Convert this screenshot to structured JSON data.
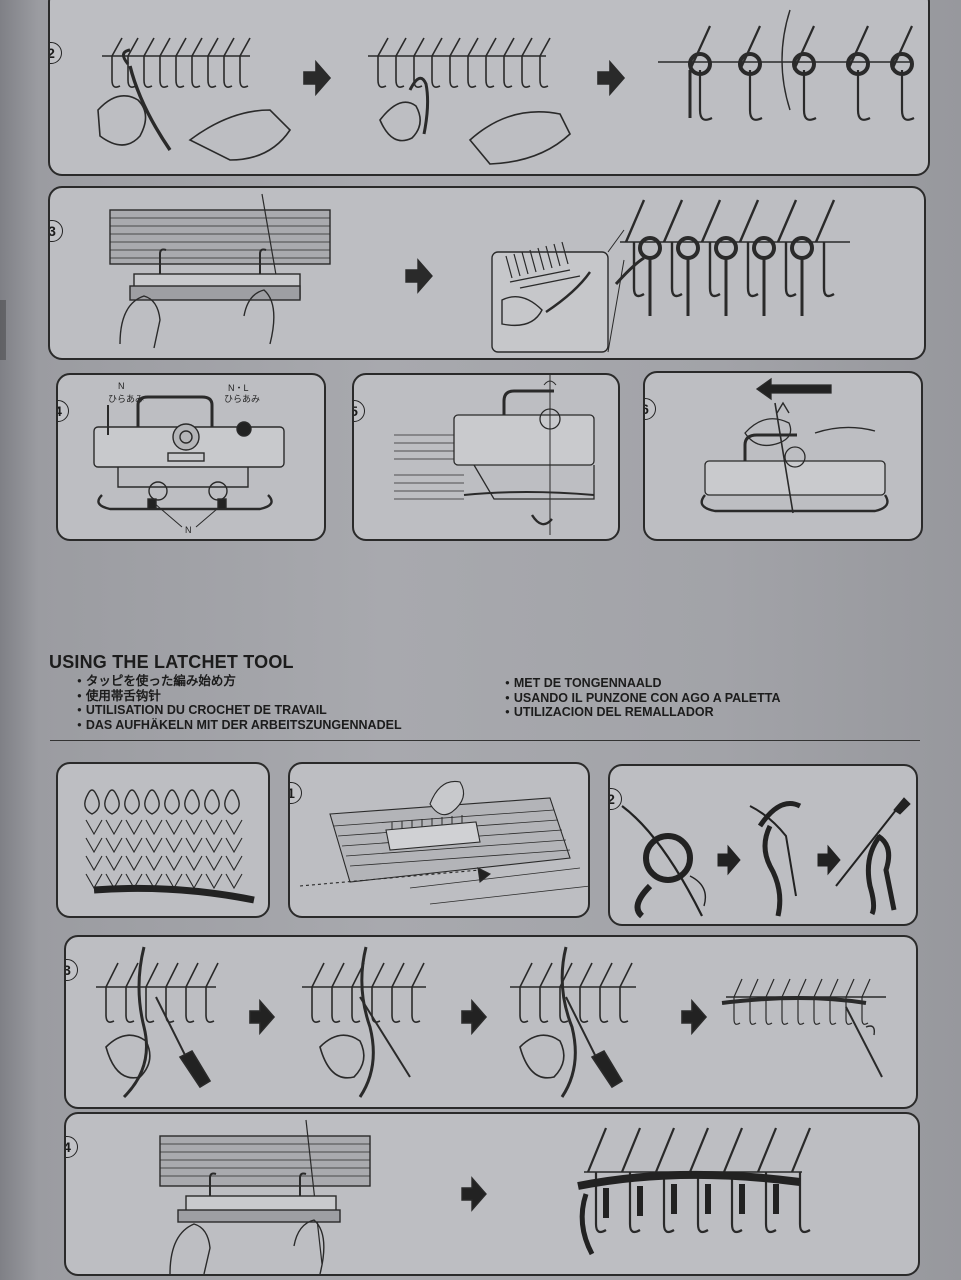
{
  "top_steps": [
    {
      "number": "2",
      "art": "yarn-loops-hooks"
    },
    {
      "number": "3",
      "art": "carriage-hands-and-loops"
    },
    {
      "number": "4",
      "art": "carriage-setting",
      "labels": {
        "n": "N",
        "hiraami": "ひらあみ",
        "nl": "N・L",
        "nl_hiraami": "ひらあみ",
        "bottom_n": "N"
      }
    },
    {
      "number": "5",
      "art": "carriage-pull-yarn"
    },
    {
      "number": "6",
      "art": "carriage-move-left"
    }
  ],
  "section": {
    "title": "USING THE LATCHET TOOL",
    "subtitles_left": [
      "タッピを使った編み始め方",
      "使用帯舌钩针",
      "UTILISATION DU CROCHET DE TRAVAIL",
      "DAS AUFHÄKELN MIT DER ARBEITSZUNGENNADEL"
    ],
    "subtitles_right": [
      "MET DE TONGENNAALD",
      "USANDO IL PUNZONE CON AGO A PALETTA",
      "UTILIZACION DEL REMALLADOR"
    ]
  },
  "bottom_steps": [
    {
      "number": "",
      "art": "knitted-fabric-sample"
    },
    {
      "number": "1",
      "art": "needle-bed-push"
    },
    {
      "number": "2",
      "art": "slip-knot-on-tool"
    },
    {
      "number": "3",
      "art": "latchet-tool-sequence"
    },
    {
      "number": "4",
      "art": "carriage-and-finished-loops"
    }
  ],
  "icons": {
    "arrow": "right-arrow-icon",
    "number_badge": "circled-number-icon"
  },
  "colors": {
    "page": "#a8a9ae",
    "panel": "#bdbec2",
    "ink": "#1c1c1c"
  }
}
